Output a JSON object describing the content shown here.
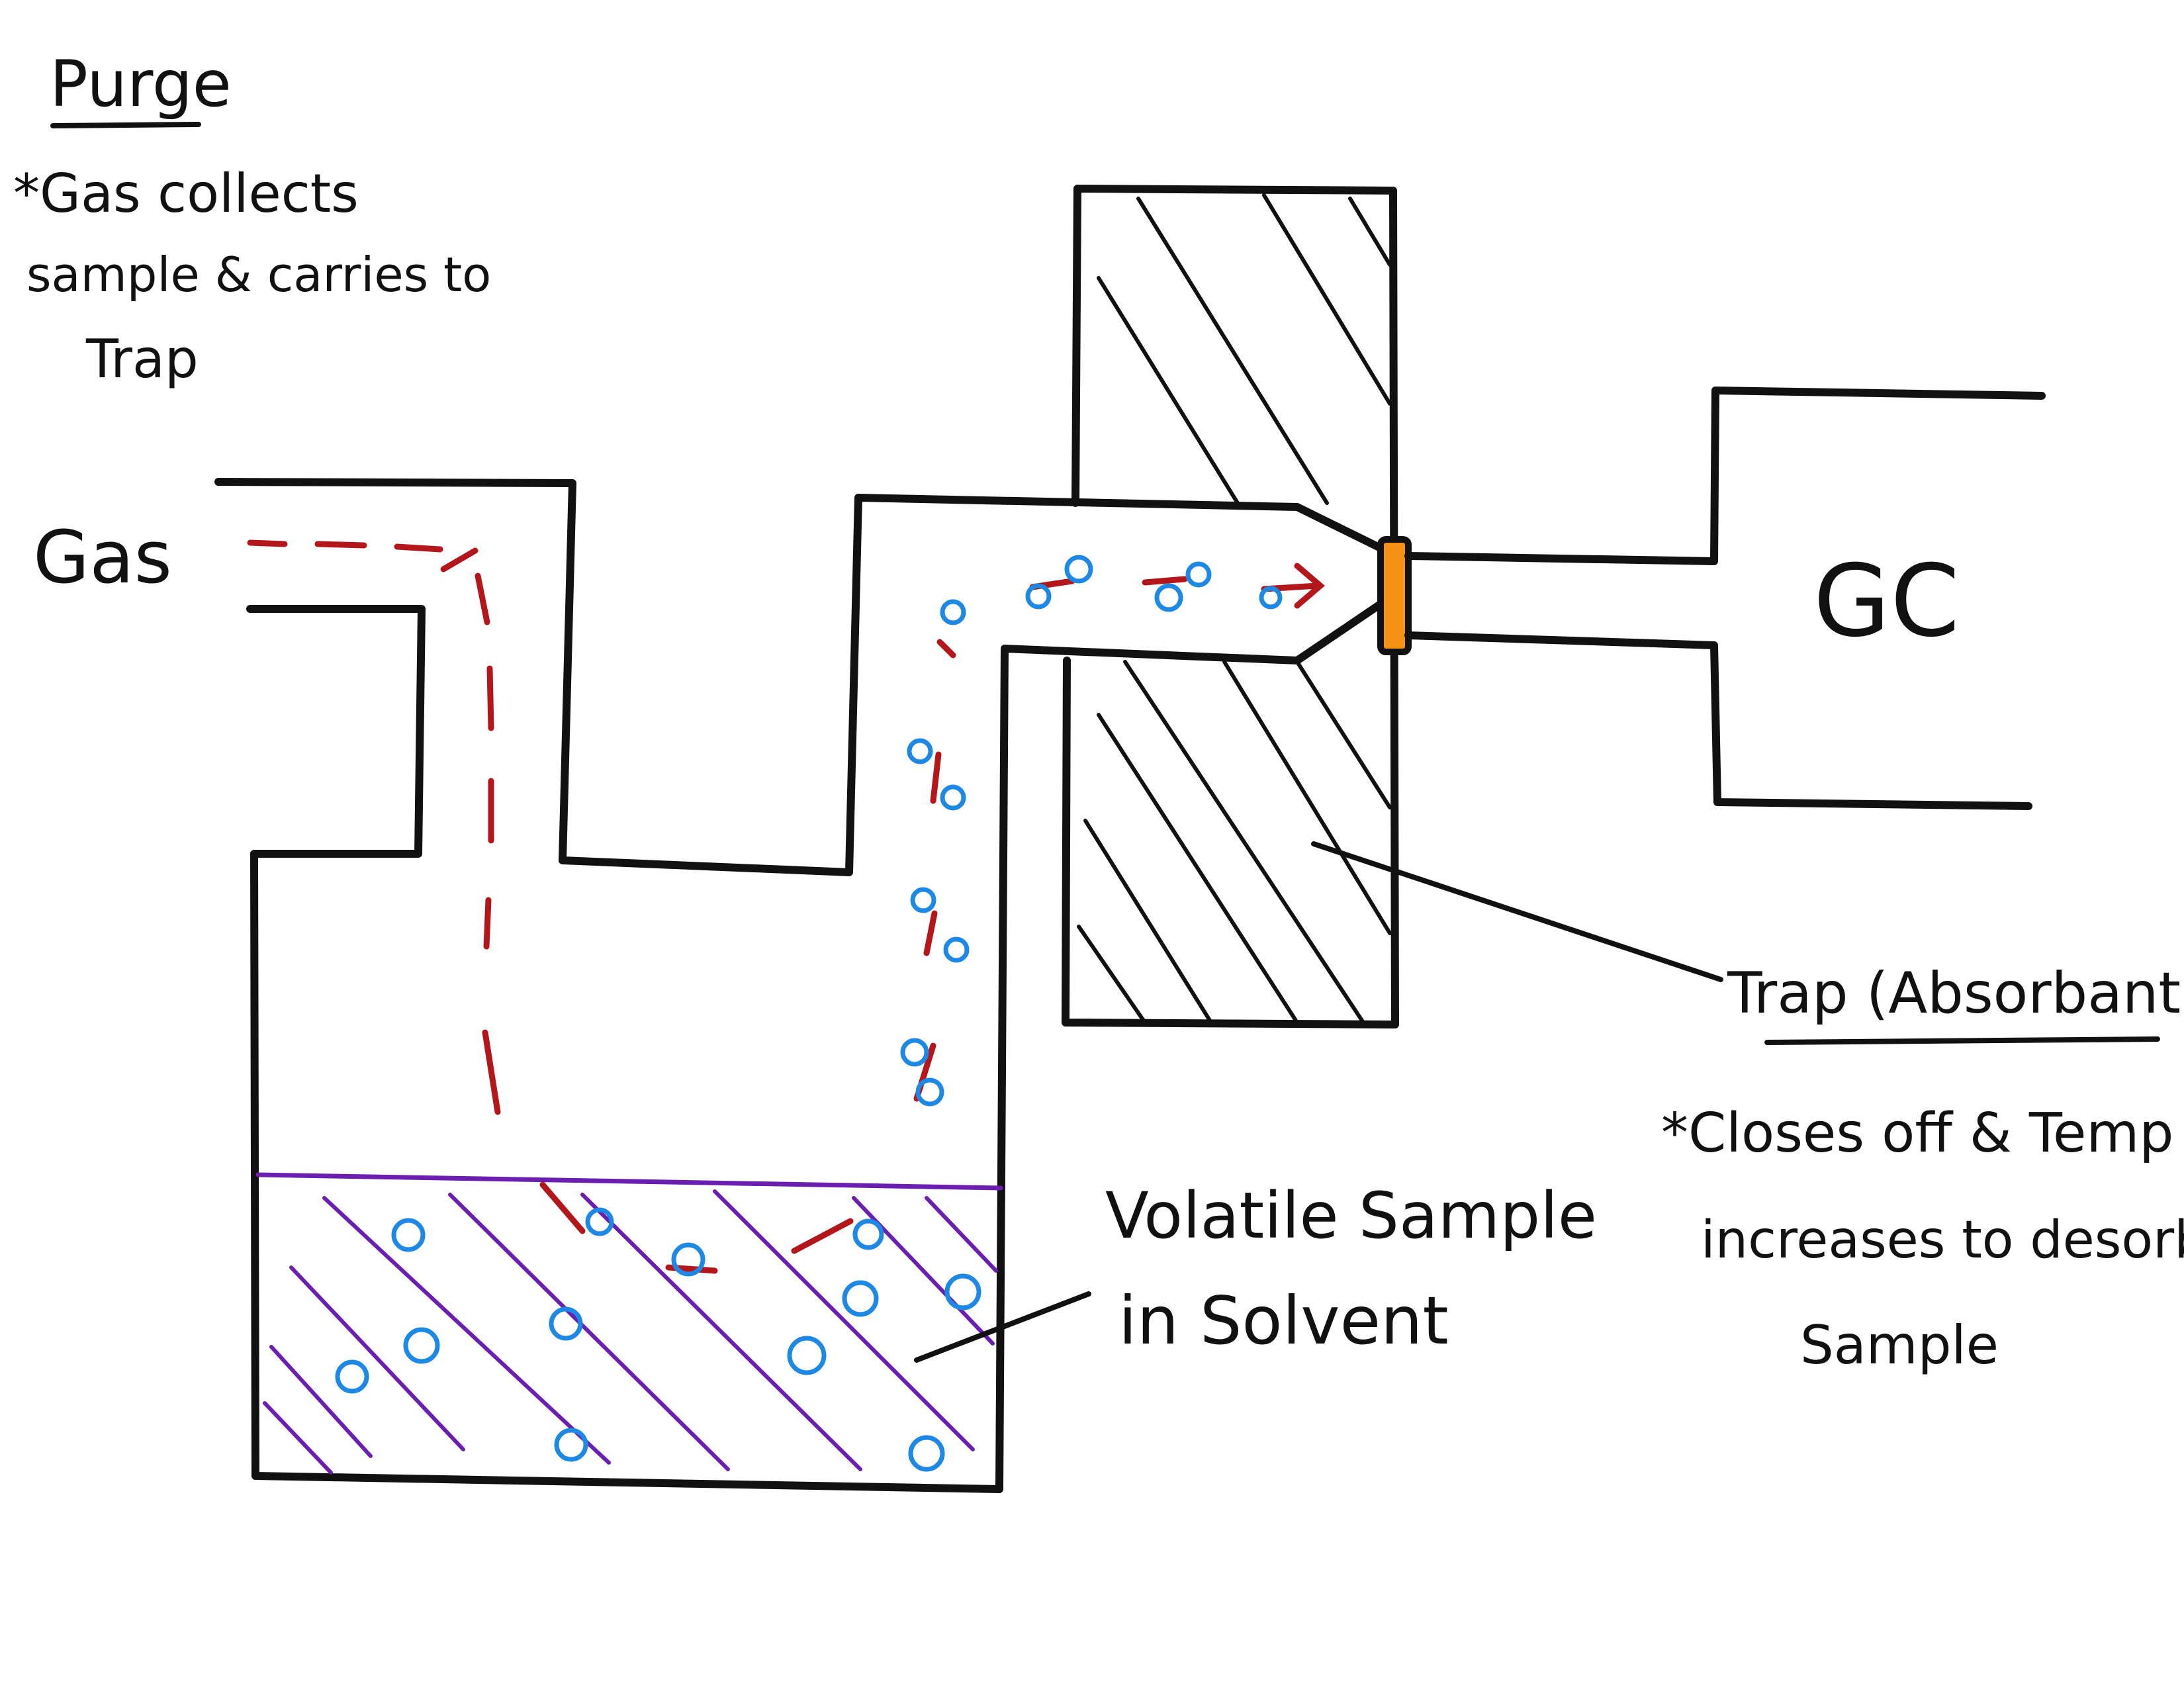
{
  "labels": {
    "purge_title": "Purge",
    "purge_note_line1": "*Gas collects",
    "purge_note_line2": "sample & carries to",
    "purge_note_line3": "Trap",
    "gas": "Gas",
    "gc": "GC",
    "trap": "Trap (Absorbant)",
    "trap_note_line1": "*Closes off & Temp",
    "trap_note_line2": "increases to desorb",
    "trap_note_line3": "Sample",
    "sample_line1": "Volatile Sample",
    "sample_line2": "in Solvent"
  },
  "colors": {
    "ink": "#111111",
    "gas_flow": "#b3161b",
    "bubbles": "#1e88e5",
    "solvent": "#6a1fb0",
    "valve": "#f39214"
  }
}
